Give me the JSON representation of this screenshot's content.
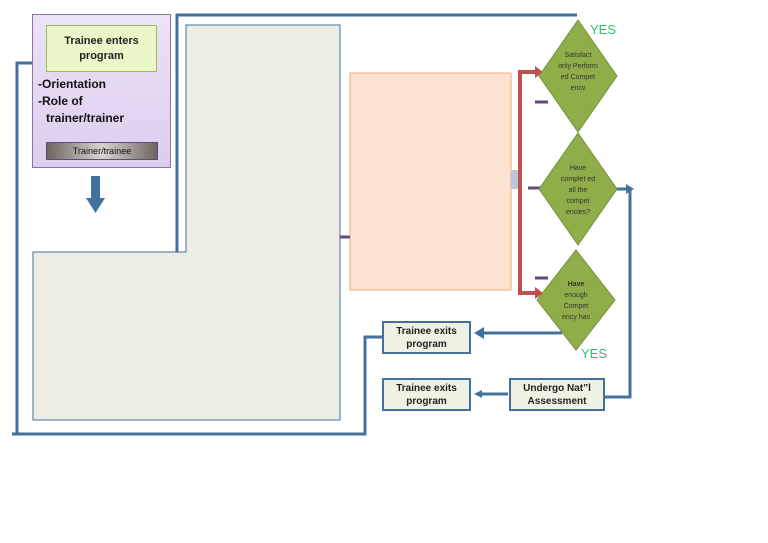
{
  "start": {
    "title": "Trainee enters program",
    "items": [
      "-Orientation",
      "-Role of",
      "trainer/trainer"
    ],
    "badge": "Trainer/trainee"
  },
  "decisions": [
    {
      "text": "Satisfact orily Perform ed Compet ency",
      "label": "YES"
    },
    {
      "text": "Have complet ed all the compet encies?"
    },
    {
      "text_bold": "Have",
      "text": "enough Compet ency has",
      "label": "YES"
    }
  ],
  "exit_1": "Trainee exits program",
  "exit_2": "Trainee exits program",
  "assessment": "Undergo Nat”l Assessment",
  "colors": {
    "blue": "#41719c",
    "red": "#c0504d",
    "green": "#9bbb59",
    "purple_bg": "#e4d7f0",
    "peach": "#fde1d0",
    "beige": "#eeede4"
  }
}
